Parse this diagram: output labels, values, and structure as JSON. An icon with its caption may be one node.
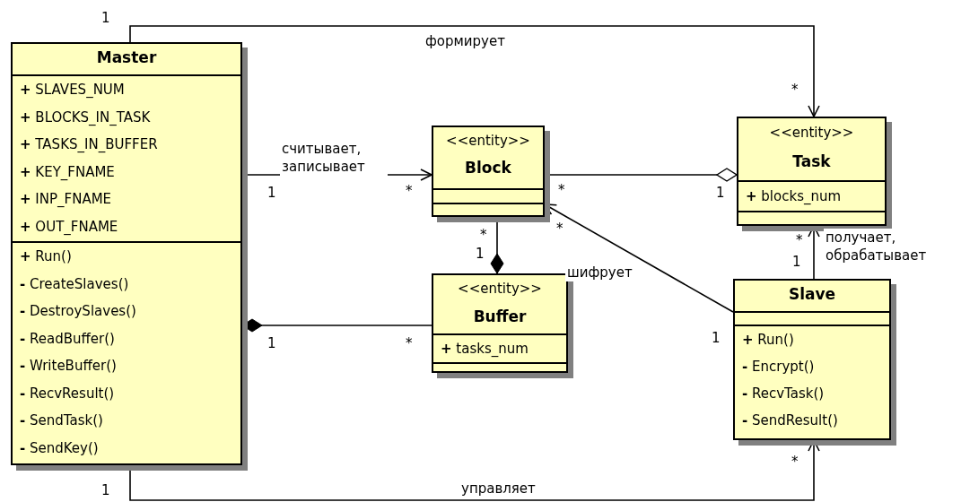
{
  "diagram": {
    "nodes": [
      {
        "text": [
          "Master",
          "**+** SLAVES_NUM",
          "**+** BLOCKS_IN_TASK",
          "**+** TASKS_IN_BUFFER",
          "**+** KEY_FNAME",
          "**+** INP_FNAME",
          "**+** OUT_FNAME",
          "**+** Run()",
          "**-** CreateSlaves()",
          "**-** DestroySlaves()",
          "**-** ReadBuffer()",
          "**-** WriteBuffer()",
          "**-** RecvResult()",
          "**-** SendTask()",
          "**-** SendKey()"
        ]
      },
      {
        "text": [
          "<<entity>>",
          "Block"
        ]
      },
      {
        "text": [
          "<<entity>>",
          "Task",
          "**+** blocks_num"
        ]
      },
      {
        "text": [
          "<<entity>>",
          "Buffer",
          "**+** tasks_num"
        ]
      },
      {
        "text": [
          "Slave",
          "**+** Run()",
          "**-** Encrypt()",
          "**-** RecvTask()",
          "**-** SendResult()"
        ]
      }
    ],
    "edges": [
      {
        "from": 0,
        "to": 2,
        "arrow": "to",
        "label": "формирует"
      },
      {
        "from": 0,
        "to": 1,
        "arrow": "to",
        "label": "считывает, записывает"
      },
      {
        "from": 1,
        "to": 2,
        "arrow": "other"
      },
      {
        "from": 1,
        "to": 3,
        "arrow": "other"
      },
      {
        "from": 3,
        "to": 0,
        "arrow": "other"
      },
      {
        "from": 4,
        "to": 1,
        "arrow": "to",
        "label": "шифрует"
      },
      {
        "from": 4,
        "to": 2,
        "arrow": "to",
        "label": "получает, обрабатывает"
      },
      {
        "from": 0,
        "to": 4,
        "arrow": "to",
        "label": "управляет"
      }
    ],
    "labels": [
      "1",
      "*",
      "1",
      "*",
      "*",
      "1",
      "*",
      "*",
      "*",
      "1",
      "1",
      "1",
      "1",
      "*",
      "*",
      "1"
    ]
  }
}
